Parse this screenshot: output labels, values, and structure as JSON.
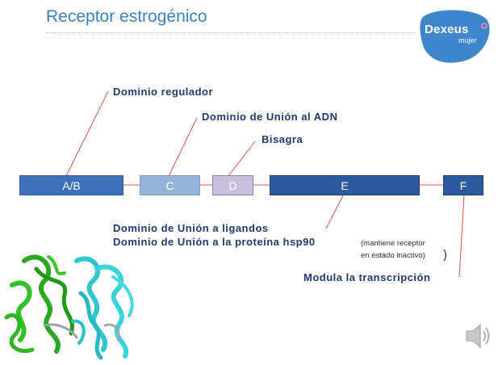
{
  "title": "Receptor estrogénico",
  "logo": {
    "brand": "Dexeus",
    "sub": "mujer"
  },
  "domains": [
    {
      "id": "ab",
      "label": "A/B"
    },
    {
      "id": "c",
      "label": "C"
    },
    {
      "id": "d",
      "label": "D"
    },
    {
      "id": "e",
      "label": "E"
    },
    {
      "id": "f",
      "label": "F"
    }
  ],
  "annotations": {
    "regulador": "Dominio  regulador",
    "union_adn": "Dominio  de  Unión  al  ADN",
    "bisagra": "Bisagra",
    "ligandos": "Dominio  de  Unión  a  ligandos",
    "hsp90": "Dominio  de  Unión  a  la  proteína  hsp90",
    "hsp90_note_1": "(mantiene receptor",
    "hsp90_note_2": "en estado inactivo)",
    "transcripcion": "Modula  la  transcripción"
  },
  "colors": {
    "title": "#3d80c2",
    "label": "#1f3a6b",
    "box_dark": "#3e71b9",
    "box_light": "#94b3d8",
    "box_pink": "#c9bedd",
    "box_darkest": "#2d5a9c",
    "connector": "#d9534f",
    "logo_bg": "#3f86cc"
  },
  "icons": [
    "speaker-icon",
    "protein-structure-image",
    "dexeus-logo"
  ]
}
